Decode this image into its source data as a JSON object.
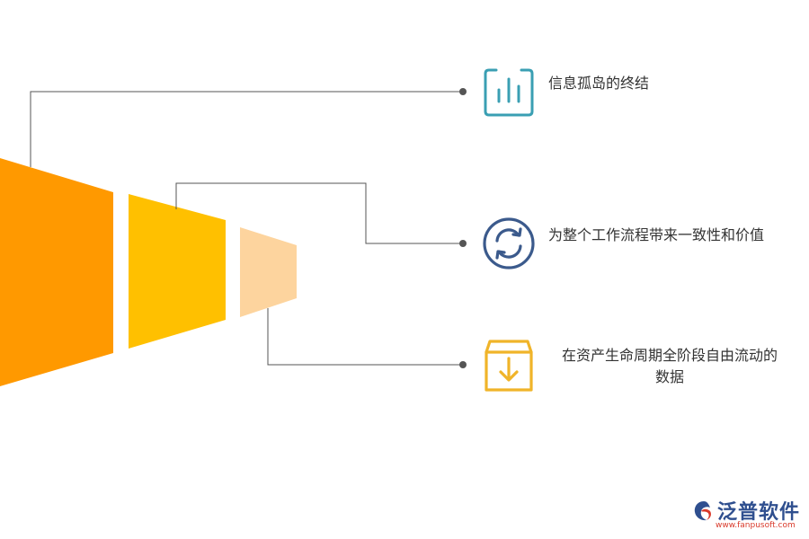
{
  "items": [
    {
      "text": "信息孤岛的终结",
      "icon": "bar-chart-icon",
      "color": "#3a9fb3"
    },
    {
      "text": "为整个工作流程带来一致性和价值",
      "icon": "refresh-icon",
      "color": "#3b5a8c"
    },
    {
      "text_line1": "在资产生命周期全阶段自由流动的",
      "text_line2": "数据",
      "icon": "download-box-icon",
      "color": "#f0b429"
    }
  ],
  "segments": {
    "colors": [
      "#ff9900",
      "#ffc000",
      "#fdd49e"
    ]
  },
  "connector_color": "#555555",
  "logo": {
    "name": "泛普软件",
    "url": "www.fanpusoft.com"
  }
}
